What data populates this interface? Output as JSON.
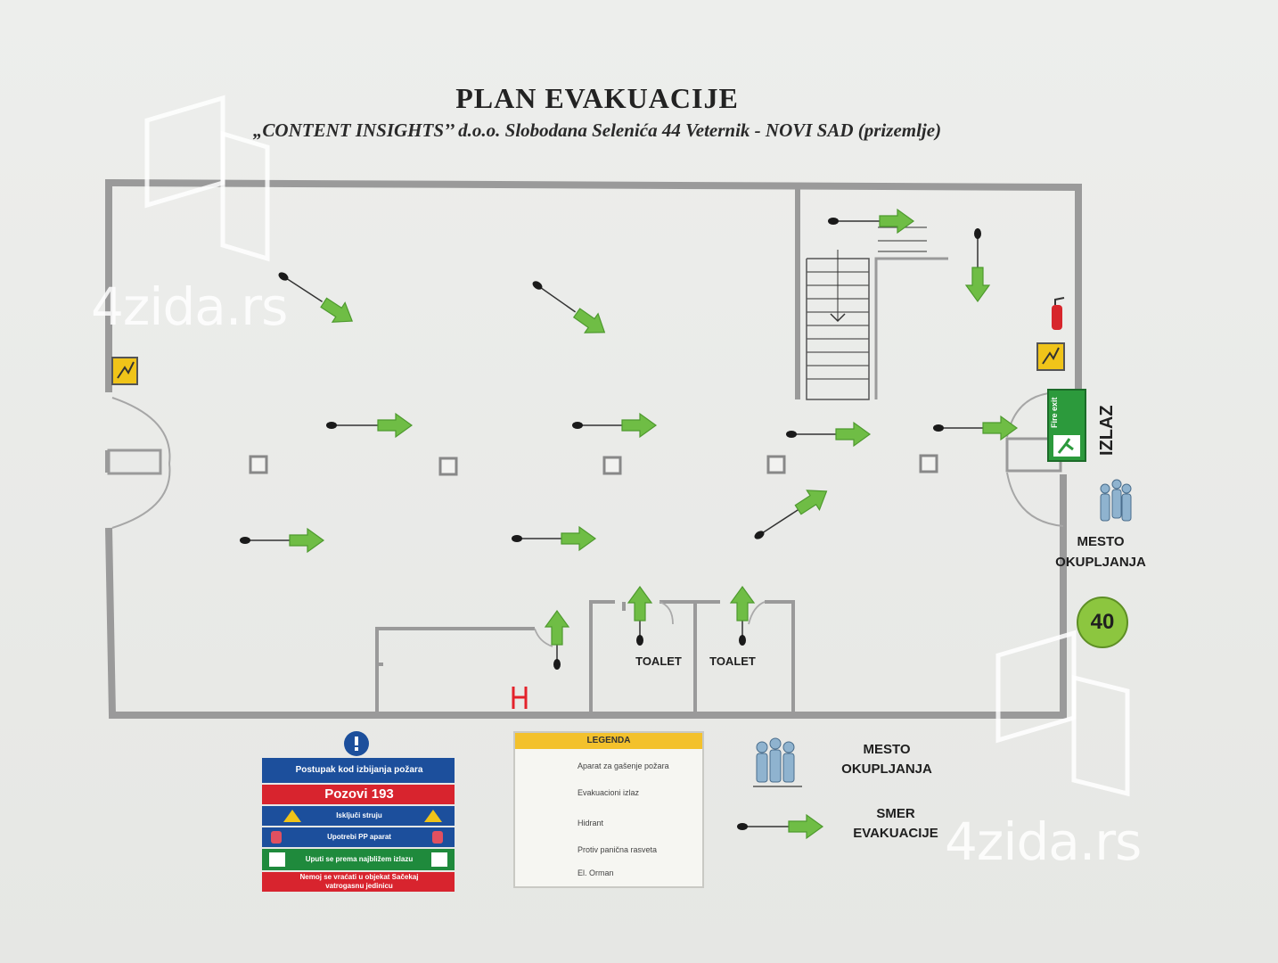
{
  "header": {
    "title": "PLAN EVAKUACIJE",
    "subtitle": "„CONTENT INSIGHTS’’ d.o.o. Slobodana Selenića 44 Veternik - NOVI SAD (prizemlje)"
  },
  "plan": {
    "exit_label": "IZLAZ",
    "fire_exit_sign": "Fire exit",
    "toilet_1": "TOALET",
    "toilet_2": "TOALET",
    "assembly_point_line1": "MESTO",
    "assembly_point_line2": "OKUPLJANJA",
    "number_badge": "40",
    "hydrant_symbol": "H"
  },
  "instructions": {
    "title": "Postupak kod izbijanja požara",
    "steps": [
      "Pozovi 193",
      "Isključi struju",
      "Upotrebi PP aparat",
      "Uputi se prema najbližem izlazu",
      "Nemoj se vraćati u objekat Sačekaj vatrogasnu jedinicu"
    ]
  },
  "legend": {
    "title": "LEGENDA",
    "items": [
      "Aparat za gašenje požara",
      "Evakuacioni izlaz",
      "Hidrant",
      "Protiv panična rasveta",
      "El. Orman"
    ]
  },
  "key": {
    "assembly_line1": "MESTO",
    "assembly_line2": "OKUPLJANJA",
    "direction_line1": "SMER",
    "direction_line2": "EVAKUACIJE"
  },
  "watermark": {
    "text": "4zida.rs"
  },
  "colors": {
    "wall": "#9a9a9a",
    "arrow": "#6fbd45",
    "arrow_stroke": "#4e9a2e",
    "exit_sign": "#2c9a3c",
    "hydrant": "#e3222b",
    "badge": "#8cc63f",
    "board_blue": "#1c4f9c",
    "board_red": "#d8242e",
    "board_green": "#1f8a3c"
  }
}
